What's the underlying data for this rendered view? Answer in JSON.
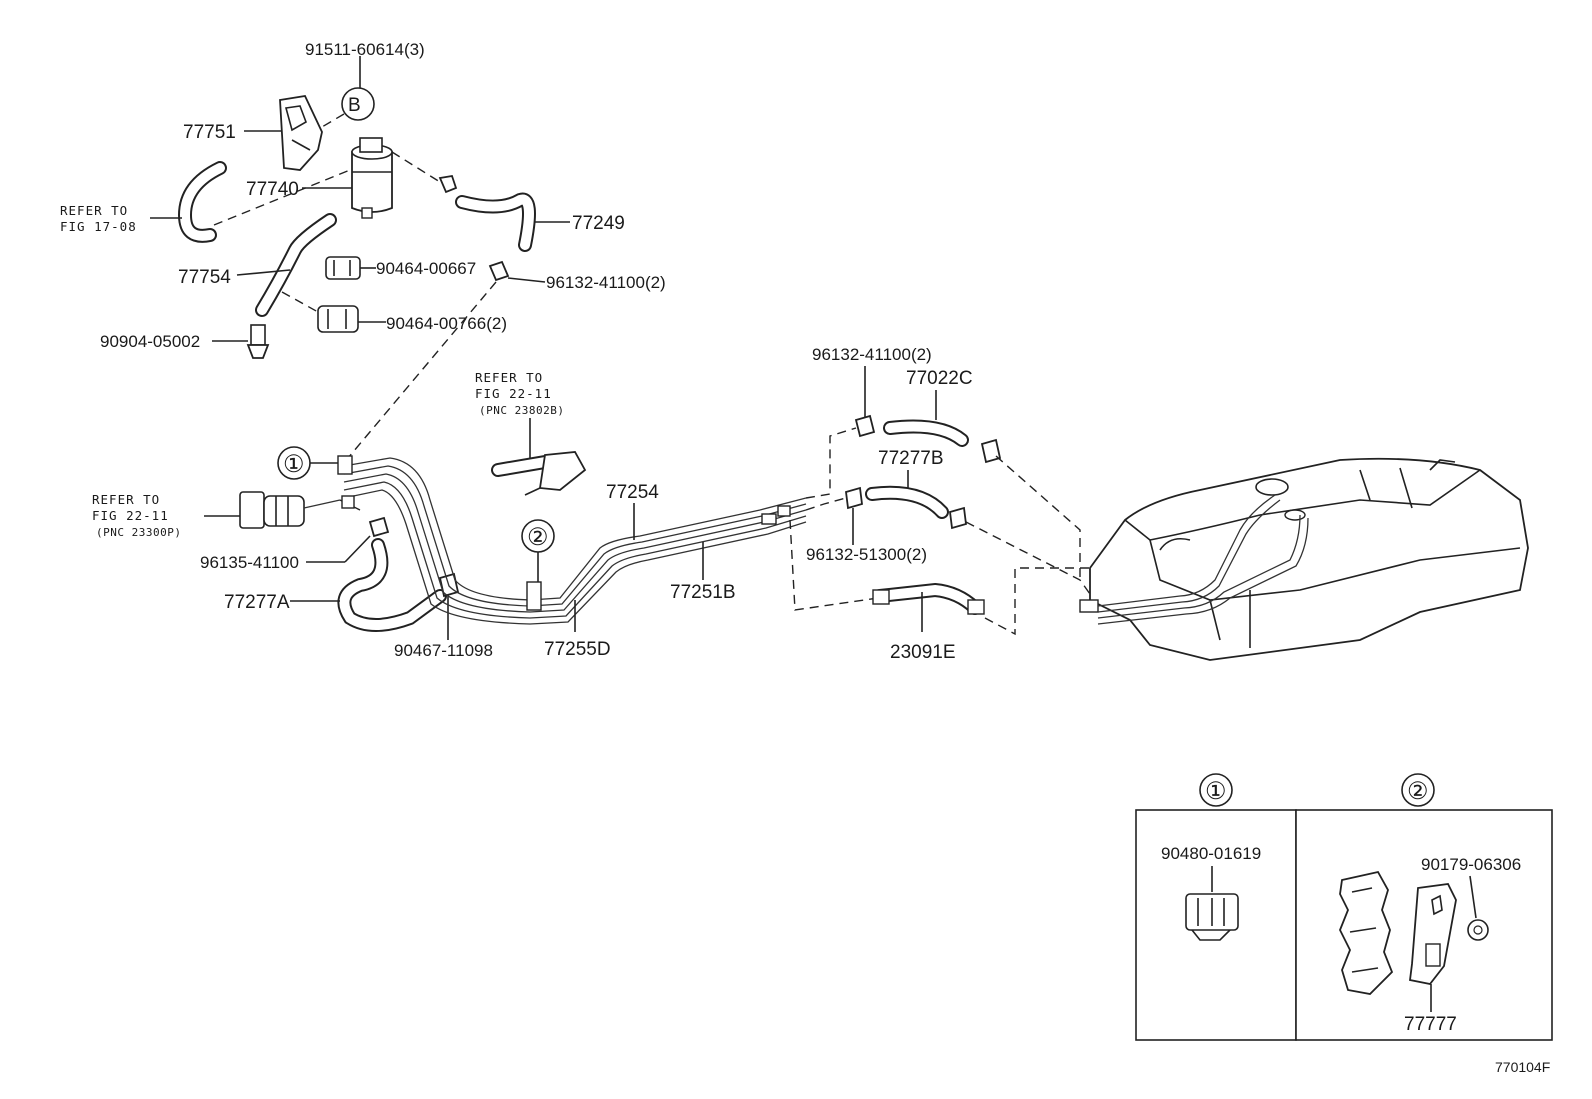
{
  "labels": {
    "p91511": "91511-60614(3)",
    "p77751": "77751",
    "p77740": "77740",
    "p77249": "77249",
    "p77754": "77754",
    "p90464a": "90464-00667",
    "p96132a": "96132-41100(2)",
    "p90464b": "90464-00766(2)",
    "p90904": "90904-05002",
    "p96132b": "96132-41100(2)",
    "p77022c": "77022C",
    "p77277b": "77277B",
    "p77254": "77254",
    "p77251b": "77251B",
    "p96132c": "96132-51300(2)",
    "p96135": "96135-41100",
    "p77277a": "77277A",
    "p90467": "90467-11098",
    "p77255d": "77255D",
    "p23091e": "23091E",
    "p90480": "90480-01619",
    "p90179": "90179-06306",
    "p77777": "77777"
  },
  "references": {
    "ref1_l1": "REFER TO",
    "ref1_l2": "FIG 17-08",
    "ref2_l1": "REFER TO",
    "ref2_l2": "FIG 22-11",
    "ref2_l3": "(PNC 23802B)",
    "ref3_l1": "REFER TO",
    "ref3_l2": "FIG 22-11",
    "ref3_l3": "(PNC 23300P)"
  },
  "callouts": {
    "b": "B",
    "one": "①",
    "two": "②",
    "detail_one": "①",
    "detail_two": "②"
  },
  "figure_id": "770104F"
}
